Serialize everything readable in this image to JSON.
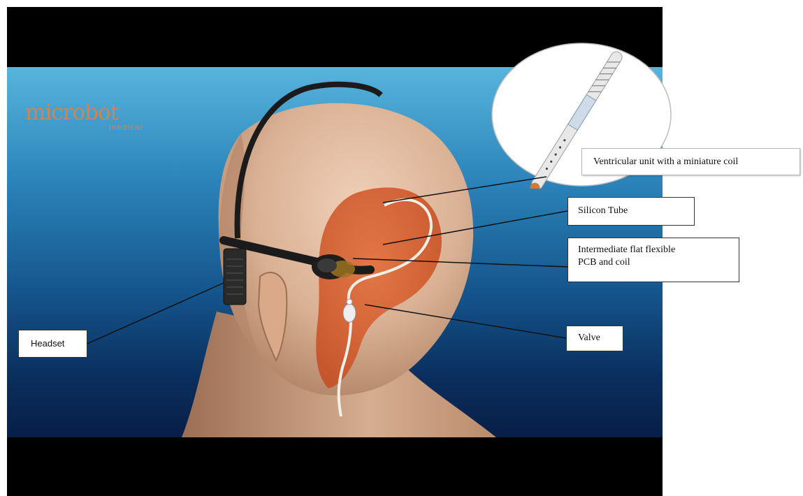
{
  "logo": {
    "main": "microbot",
    "sub": "medical"
  },
  "labels": {
    "headset": "Headset",
    "silicon_tube": "Silicon Tube",
    "pcb_line1": "Intermediate flat flexible",
    "pcb_line2": "PCB and coil",
    "valve": "Valve",
    "ventricular": "Ventricular unit with a miniature coil"
  },
  "colors": {
    "skin": "#dcb59d",
    "ventricle": "#d9663a",
    "headband": "#1b1b1b",
    "logo": "#c7875a",
    "background_top": "#57b4dc",
    "background_bottom": "#081f47"
  }
}
